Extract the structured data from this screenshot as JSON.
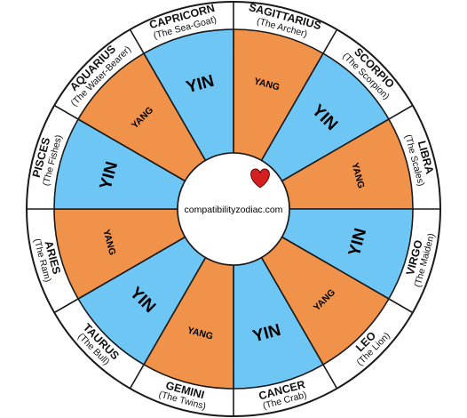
{
  "site_label": "compatibilityzodiac.com",
  "colors": {
    "yin": "#6ec6f5",
    "yang": "#f0924a",
    "outline": "#1a1a1a",
    "ring": "#ffffff",
    "heart": "#d42020"
  },
  "heart_icon": "heart-icon",
  "signs": [
    {
      "name": "SAGITTARIUS",
      "subtitle": "(The Archer)",
      "polarity": "YANG"
    },
    {
      "name": "SCORPIO",
      "subtitle": "(The Scorpion)",
      "polarity": "YIN"
    },
    {
      "name": "LIBRA",
      "subtitle": "(The Scales)",
      "polarity": "YANG"
    },
    {
      "name": "VIRGO",
      "subtitle": "(The Maiden)",
      "polarity": "YIN"
    },
    {
      "name": "LEO",
      "subtitle": "(The Lion)",
      "polarity": "YANG"
    },
    {
      "name": "CANCER",
      "subtitle": "(The Crab)",
      "polarity": "YIN"
    },
    {
      "name": "GEMINI",
      "subtitle": "(The Twins)",
      "polarity": "YANG"
    },
    {
      "name": "TAURUS",
      "subtitle": "(The Bull)",
      "polarity": "YIN"
    },
    {
      "name": "ARIES",
      "subtitle": "(The Ram)",
      "polarity": "YANG"
    },
    {
      "name": "PISCES",
      "subtitle": "(The Fishes)",
      "polarity": "YIN"
    },
    {
      "name": "AQUARIUS",
      "subtitle": "(The Water-Bearer)",
      "polarity": "YANG"
    },
    {
      "name": "CAPRICORN",
      "subtitle": "(The Sea-Goat)",
      "polarity": "YIN"
    }
  ]
}
